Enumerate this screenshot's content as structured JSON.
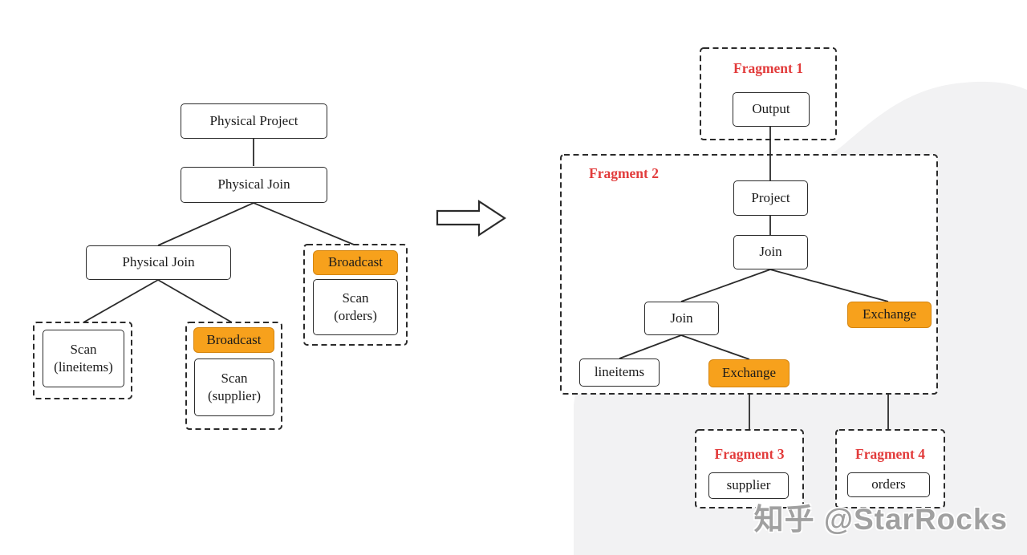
{
  "colors": {
    "orange": "#F7A11C",
    "red": "#E23B3B",
    "bg-gray": "#F2F2F3",
    "line": "#2B2B2B"
  },
  "left_tree": {
    "physical_project": "Physical Project",
    "physical_join_top": "Physical Join",
    "physical_join_left": "Physical Join",
    "broadcast_orders": "Broadcast",
    "scan_orders": "Scan\n(orders)",
    "scan_lineitems": "Scan\n(lineitems)",
    "broadcast_supplier": "Broadcast",
    "scan_supplier": "Scan\n(supplier)"
  },
  "right_tree": {
    "fragment1_label": "Fragment 1",
    "output": "Output",
    "fragment2_label": "Fragment 2",
    "project": "Project",
    "join_upper": "Join",
    "join_lower": "Join",
    "lineitems": "lineitems",
    "exchange_lower": "Exchange",
    "exchange_right": "Exchange",
    "fragment3_label": "Fragment 3",
    "supplier": "supplier",
    "fragment4_label": "Fragment 4",
    "orders": "orders"
  },
  "watermark": "知乎 @StarRocks"
}
